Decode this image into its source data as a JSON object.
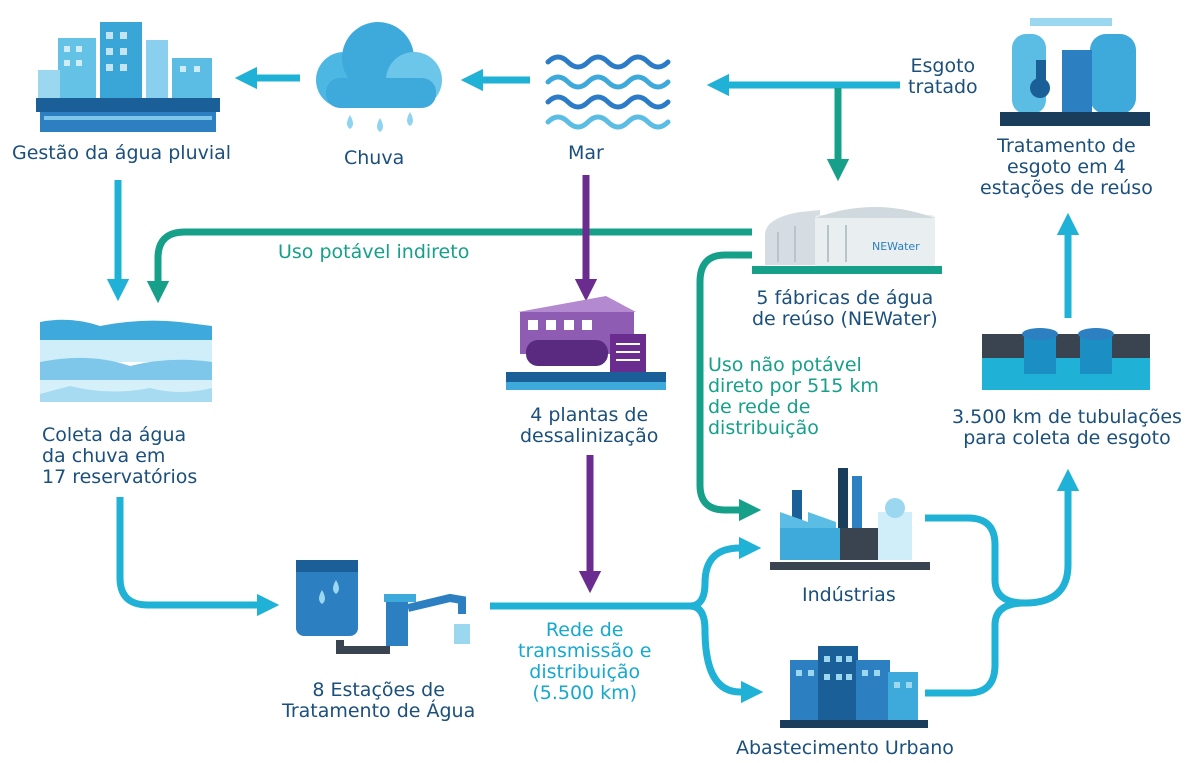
{
  "nodes": {
    "rain_mgmt": "Gestão da água pluvial",
    "rain": "Chuva",
    "sea": "Mar",
    "sewage_treatment": [
      "Tratamento de",
      "esgoto em 4",
      "estações de reúso"
    ],
    "newater_plants": [
      "5 fábricas de água",
      "de reúso (NEWater)"
    ],
    "reservoirs": [
      "Coleta da água",
      "da chuva em",
      "17 reservatórios"
    ],
    "desal": [
      "4 plantas de",
      "dessalinização"
    ],
    "pipes": [
      "3.500 km de tubulações",
      "para coleta de esgoto"
    ],
    "industries": "Indústrias",
    "treatment_stations": [
      "8 Estações de",
      "Tratamento de Água"
    ],
    "urban_supply": "Abastecimento Urbano"
  },
  "flows": {
    "treated_sewage": [
      "Esgoto",
      "tratado"
    ],
    "indirect_potable": "Uso potável indireto",
    "direct_nonpotable": [
      "Uso não potável",
      "direto por 515 km",
      "de rede de",
      "distribuição"
    ],
    "network": [
      "Rede de",
      "transmissão e",
      "distribuição",
      "(5.500 km)"
    ]
  },
  "plant_logo": "NEWater",
  "colors": {
    "cyan": "#1fb1d6",
    "teal": "#16a08a",
    "purple": "#6b2c8f",
    "navy": "#1b4f7c"
  }
}
